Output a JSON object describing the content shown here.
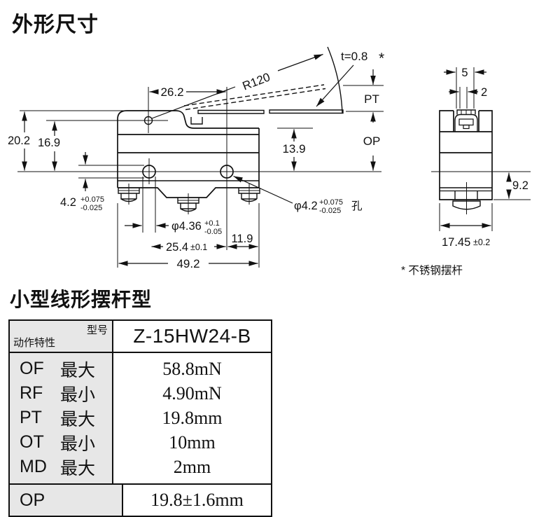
{
  "page": {
    "title": "外形尺寸",
    "section_title": "小型线形摆杆型",
    "footnote": "* 不锈钢摆杆"
  },
  "drawing": {
    "front": {
      "dim_26_2": "26.2",
      "radius": "R120",
      "thickness": "t=0.8",
      "star": "*",
      "pt": "PT",
      "op": "OP",
      "dim_20_2": "20.2",
      "dim_16_9": "16.9",
      "dim_13_9": "13.9",
      "dim_11_9": "11.9",
      "dim_49_2": "49.2",
      "slot_height": {
        "value": "4.2",
        "tol_plus": "+0.075",
        "tol_minus": "-0.025"
      },
      "slot_width": {
        "value": "φ4.36",
        "tol_plus": "+0.1",
        "tol_minus": "-0.05"
      },
      "dim_25_4": {
        "value": "25.4",
        "tol": "±0.1"
      },
      "hole": {
        "value": "φ4.2",
        "tol_plus": "+0.075",
        "tol_minus": "-0.025",
        "suffix": "孔"
      }
    },
    "side": {
      "dim_5": "5",
      "dim_2": "2",
      "dim_9_2": "9.2",
      "dim_17_45": {
        "value": "17.45",
        "tol": "±0.2"
      }
    }
  },
  "table": {
    "header": {
      "row_label": "动作特性",
      "col_label": "型号",
      "model": "Z-15HW24-B"
    },
    "rows": [
      {
        "code": "OF",
        "qual": "最大",
        "value": "58.8mN"
      },
      {
        "code": "RF",
        "qual": "最小",
        "value": "4.90mN"
      },
      {
        "code": "PT",
        "qual": "最大",
        "value": "19.8mm"
      },
      {
        "code": "OT",
        "qual": "最小",
        "value": "10mm"
      },
      {
        "code": "MD",
        "qual": "最大",
        "value": "2mm"
      }
    ],
    "op_row": {
      "code": "OP",
      "value": "19.8±1.6mm"
    }
  }
}
